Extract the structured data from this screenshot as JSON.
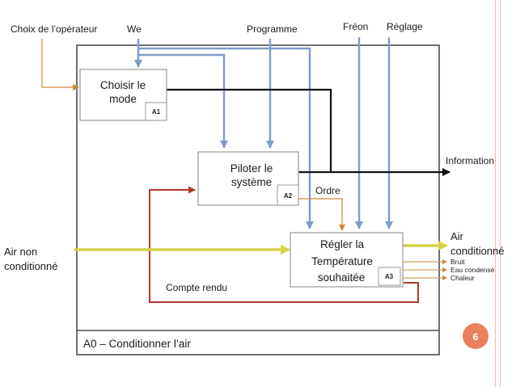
{
  "diagram": {
    "frame_title": "A0 – Conditionner l’air",
    "page_number": "6",
    "boxes": [
      {
        "id": "a1",
        "lines": [
          "Choisir le",
          "mode"
        ],
        "tag": "A1"
      },
      {
        "id": "a2",
        "lines": [
          "Piloter le",
          "système"
        ],
        "tag": "A2"
      },
      {
        "id": "a3",
        "lines": [
          "Régler la",
          "Température",
          "souhaitée"
        ],
        "tag": "A3"
      }
    ],
    "top_labels": {
      "choix": "Choix de l’opérateur",
      "we": "We",
      "programme": "Programme",
      "freon": "Fréon",
      "reglage": "Réglage"
    },
    "left_labels": [
      "Air non",
      "conditionné"
    ],
    "output_labels": {
      "information": "Information",
      "air": [
        "Air",
        "conditionné"
      ],
      "bruit": "Bruit",
      "eau": "Eau condensé",
      "chaleur": "Chaleur"
    },
    "internal_labels": {
      "ordre": "Ordre",
      "compte_rendu": "Compte rendu"
    },
    "colors": {
      "control": "#7f9cc9",
      "input": "#d6d24a",
      "feedback": "#b0392b",
      "information": "#111111",
      "choice": "#c9893a",
      "badge": "#e8825e"
    }
  }
}
